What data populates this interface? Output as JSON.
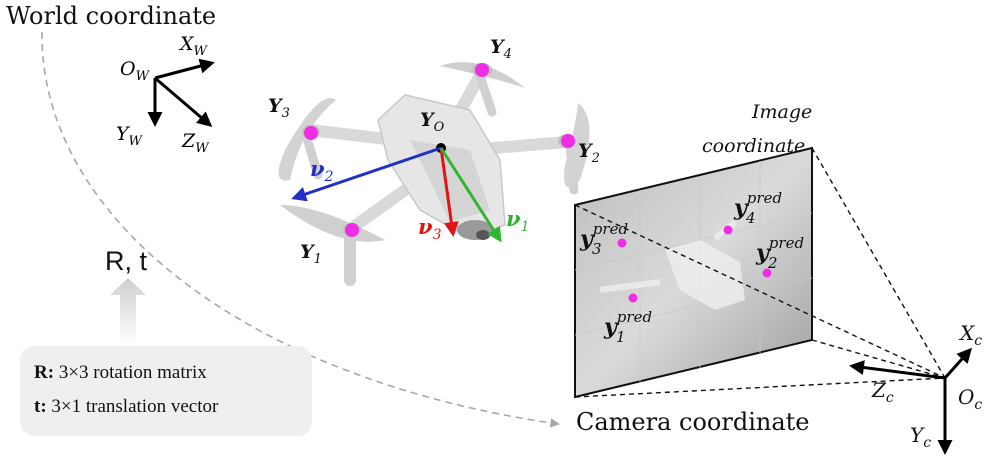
{
  "labels": {
    "world_coordinate": "World coordinate",
    "camera_coordinate": "Camera coordinate",
    "image_coordinate_line1": "Image",
    "image_coordinate_line2": "coordinate",
    "rt": "R, t"
  },
  "world_axes": {
    "origin": "O",
    "origin_sub": "W",
    "x": "X",
    "x_sub": "W",
    "y": "Y",
    "y_sub": "W",
    "z": "Z",
    "z_sub": "W"
  },
  "camera_axes": {
    "origin": "O",
    "origin_sub": "c",
    "x": "X",
    "x_sub": "c",
    "y": "Y",
    "y_sub": "c",
    "z": "Z",
    "z_sub": "c"
  },
  "drone_points": [
    {
      "letter": "Y",
      "sub": "1"
    },
    {
      "letter": "Y",
      "sub": "2"
    },
    {
      "letter": "Y",
      "sub": "3"
    },
    {
      "letter": "Y",
      "sub": "4"
    },
    {
      "letter": "Y",
      "sub": "O"
    }
  ],
  "vectors": [
    {
      "letter": "ν",
      "sub": "1",
      "color": "#2fb52f"
    },
    {
      "letter": "ν",
      "sub": "2",
      "color": "#1f2fc8"
    },
    {
      "letter": "ν",
      "sub": "3",
      "color": "#e01515"
    }
  ],
  "image_points": [
    {
      "letter": "y",
      "sub": "1",
      "sup": "pred"
    },
    {
      "letter": "y",
      "sub": "2",
      "sup": "pred"
    },
    {
      "letter": "y",
      "sub": "3",
      "sup": "pred"
    },
    {
      "letter": "y",
      "sub": "4",
      "sup": "pred"
    }
  ],
  "info": {
    "r_key": "R:",
    "r_desc": " 3×3 rotation matrix",
    "t_key": "t:",
    "t_desc": " 3×1 translation vector"
  },
  "colors": {
    "keypoint": "#ee2ee6",
    "dashed": "#a8a8a8"
  }
}
